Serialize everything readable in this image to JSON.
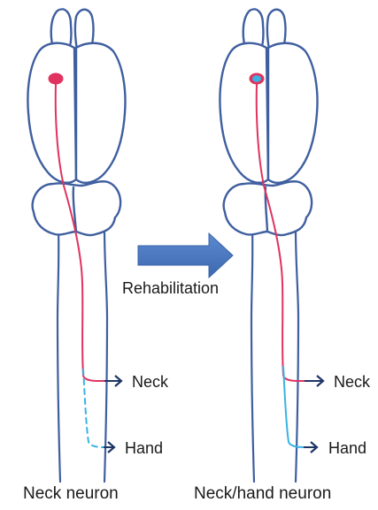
{
  "diagram": {
    "arrow_label": "Rehabilitation",
    "left": {
      "caption": "Neck neuron",
      "neck_label": "Neck",
      "hand_label": "Hand"
    },
    "right": {
      "caption": "Neck/hand neuron",
      "neck_label": "Neck",
      "hand_label": "Hand"
    }
  },
  "colors": {
    "outline": "#3f5f9f",
    "neck_axon": "#e0335f",
    "hand_axon": "#39b3e3",
    "big_arrow": "#4a79c0",
    "target_arrow": "#1f3566"
  }
}
